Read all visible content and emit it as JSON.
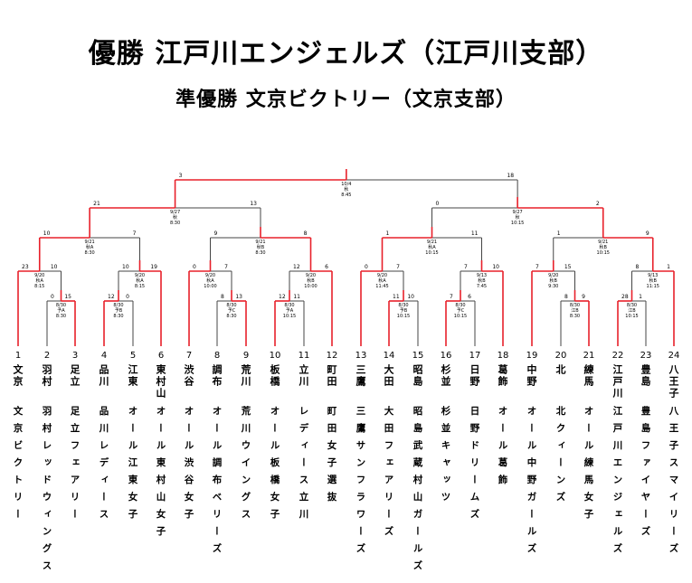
{
  "header": {
    "champion": "優勝 江戸川エンジェルズ（江戸川支部）",
    "runner_up": "準優勝 文京ビクトリー（文京支部）"
  },
  "colors": {
    "winner_line": "#e8202a",
    "line": "#444444"
  },
  "entries": [
    {
      "no": "1",
      "ward": "文京",
      "team": "文京ビクトリー"
    },
    {
      "no": "2",
      "ward": "羽村",
      "team": "羽村レッドウィングス"
    },
    {
      "no": "3",
      "ward": "足立",
      "team": "足立フェアリー"
    },
    {
      "no": "4",
      "ward": "品川",
      "team": "品川レディース"
    },
    {
      "no": "5",
      "ward": "江東",
      "team": "オール江東女子"
    },
    {
      "no": "6",
      "ward": "東村山",
      "team": "オール東村山女子"
    },
    {
      "no": "7",
      "ward": "渋谷",
      "team": "オール渋谷女子"
    },
    {
      "no": "8",
      "ward": "調布",
      "team": "オール調布ベリーズ"
    },
    {
      "no": "9",
      "ward": "荒川",
      "team": "荒川ウイングス"
    },
    {
      "no": "10",
      "ward": "板橋",
      "team": "オール板橋女子"
    },
    {
      "no": "11",
      "ward": "立川",
      "team": "レディース立川"
    },
    {
      "no": "12",
      "ward": "町田",
      "team": "町田女子選抜"
    },
    {
      "no": "13",
      "ward": "三鷹",
      "team": "三鷹サンフラワーズ"
    },
    {
      "no": "14",
      "ward": "大田",
      "team": "大田フェアリーズ"
    },
    {
      "no": "15",
      "ward": "昭島",
      "team": "昭島武蔵村山ガールズ"
    },
    {
      "no": "16",
      "ward": "杉並",
      "team": "杉並キャッツ"
    },
    {
      "no": "17",
      "ward": "日野",
      "team": "日野ドリームズ"
    },
    {
      "no": "18",
      "ward": "葛飾",
      "team": "オール葛飾"
    },
    {
      "no": "19",
      "ward": "中野",
      "team": "オール中野ガールズ"
    },
    {
      "no": "20",
      "ward": "北",
      "team": "北クィーンズ"
    },
    {
      "no": "21",
      "ward": "練馬",
      "team": "オール練馬女子"
    },
    {
      "no": "22",
      "ward": "江戸川",
      "team": "江戸川エンジェルズ"
    },
    {
      "no": "23",
      "ward": "豊島",
      "team": "豊島ファイヤーズ"
    },
    {
      "no": "24",
      "ward": "八王子",
      "team": "八王子スマイリーズ"
    }
  ],
  "bracket": {
    "round1": [
      {
        "id": "m1",
        "left": "23",
        "right": "10",
        "info": [
          "9/20",
          "秋A",
          "8:15"
        ]
      },
      {
        "id": "m2",
        "left": "0",
        "right": "15",
        "info": [
          "8/30",
          "予A",
          "8:30"
        ],
        "winner": "right"
      },
      {
        "id": "m3",
        "left": "12",
        "right": "0",
        "info": [
          "8/30",
          "予B",
          "8:30"
        ],
        "winner": "left"
      },
      {
        "id": "m4",
        "left": "10",
        "right": "19",
        "info": [
          "9/20",
          "秋A",
          "8:15"
        ]
      },
      {
        "id": "m5",
        "left": "0",
        "right": "7",
        "info": [
          "9/20",
          "秋A",
          "10:00"
        ]
      },
      {
        "id": "m6",
        "left": "8",
        "right": "13",
        "info": [
          "8/30",
          "予C",
          "8:30"
        ],
        "winner": "right"
      },
      {
        "id": "m7",
        "left": "12",
        "right": "11",
        "info": [
          "8/30",
          "予A",
          "10:15"
        ],
        "winner": "left"
      },
      {
        "id": "m8",
        "left": "12",
        "right": "6",
        "info": [
          "9/20",
          "秋B",
          "10:00"
        ]
      },
      {
        "id": "m9",
        "left": "0",
        "right": "7",
        "info": [
          "9/20",
          "秋A",
          "11:45"
        ]
      },
      {
        "id": "m10",
        "left": "11",
        "right": "10",
        "info": [
          "8/30",
          "予B",
          "10:15"
        ],
        "winner": "left"
      },
      {
        "id": "m11",
        "left": "7",
        "right": "6",
        "info": [
          "8/30",
          "予C",
          "10:15"
        ],
        "winner": "left"
      },
      {
        "id": "m12",
        "left": "7",
        "right": "10",
        "info": [
          "9/13",
          "秋B",
          "7:45"
        ]
      },
      {
        "id": "m13",
        "left": "7",
        "right": "15",
        "info": [
          "9/20",
          "秋B",
          "9:30"
        ]
      },
      {
        "id": "m14",
        "left": "8",
        "right": "9",
        "info": [
          "8/30",
          "江B",
          "8:30"
        ],
        "winner": "right"
      },
      {
        "id": "m15",
        "left": "28",
        "right": "1",
        "info": [
          "8/30",
          "江B",
          "10:15"
        ],
        "winner": "left"
      },
      {
        "id": "m16",
        "left": "8",
        "right": "1",
        "info": [
          "9/13",
          "秋B",
          "11:15"
        ]
      }
    ],
    "quarterfinals": [
      {
        "id": "q1",
        "left": "10",
        "right": "7",
        "info": [
          "9/21",
          "秋A",
          "8:30"
        ]
      },
      {
        "id": "q2",
        "left": "9",
        "right": "8",
        "info": [
          "9/21",
          "秋B",
          "8:30"
        ]
      },
      {
        "id": "q3",
        "left": "1",
        "right": "11",
        "info": [
          "9/21",
          "秋A",
          "10:15"
        ]
      },
      {
        "id": "q4",
        "left": "1",
        "right": "9",
        "info": [
          "9/21",
          "秋B",
          "10:15"
        ]
      }
    ],
    "semifinals": [
      {
        "id": "s1",
        "left": "21",
        "right": "13",
        "info": [
          "9/27",
          "秋",
          "8:30"
        ]
      },
      {
        "id": "s2",
        "left": "0",
        "right": "2",
        "info": [
          "9/27",
          "秋",
          "10:15"
        ]
      }
    ],
    "final": {
      "id": "f",
      "left": "3",
      "right": "18",
      "info": [
        "10/4",
        "秋",
        "8:45"
      ]
    }
  }
}
